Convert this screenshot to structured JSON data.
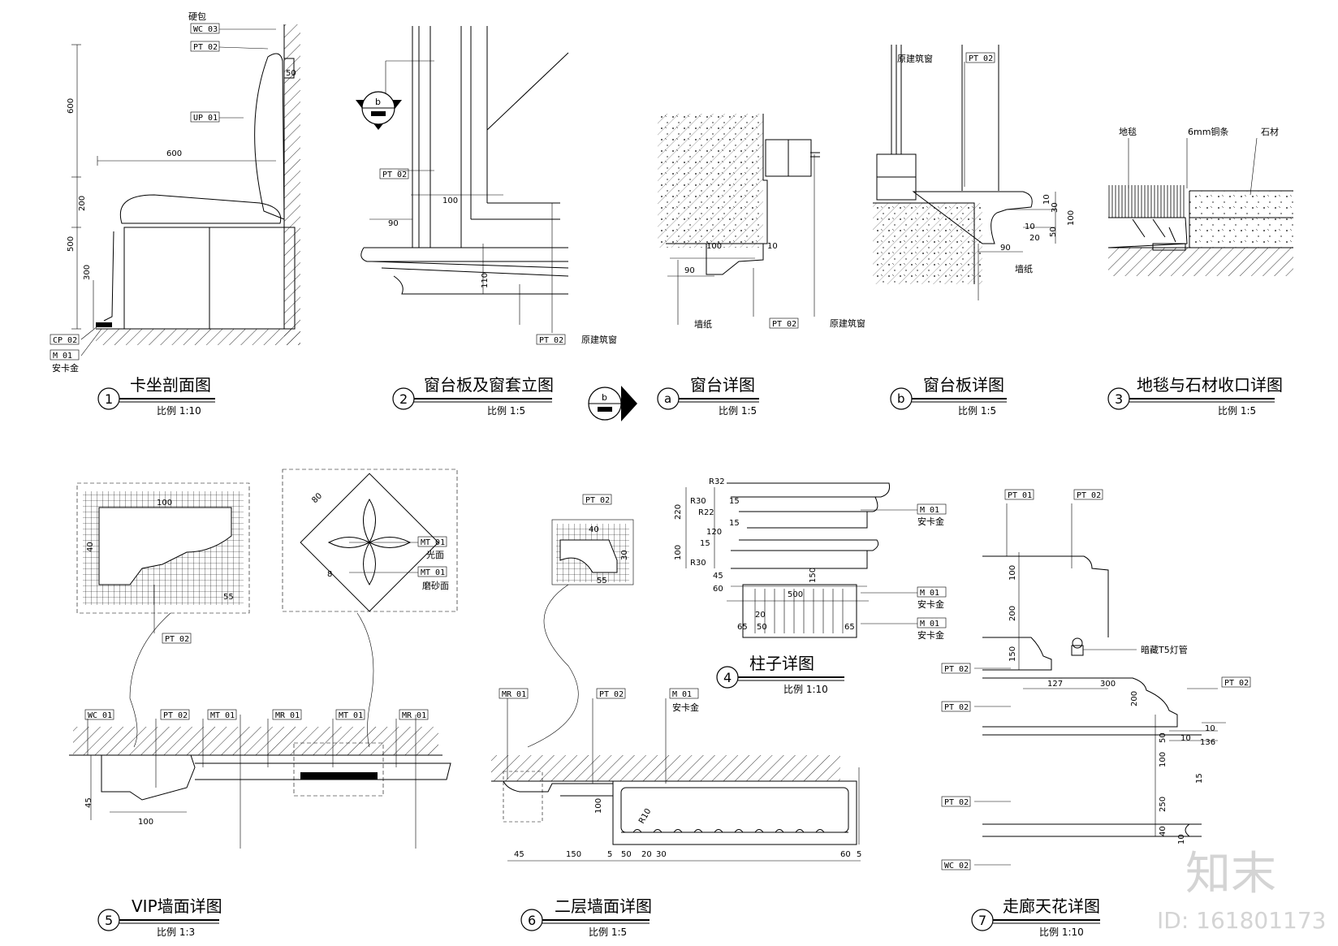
{
  "details": [
    {
      "id": "d1",
      "num": "1",
      "title": "卡坐剖面图",
      "scale": "比例 1:10"
    },
    {
      "id": "d2",
      "num": "2",
      "title": "窗台板及窗套立图",
      "scale": "比例 1:5"
    },
    {
      "id": "da",
      "num": "a",
      "title": "窗台详图",
      "scale": "比例 1:5"
    },
    {
      "id": "db",
      "num": "b",
      "title": "窗台板详图",
      "scale": "比例 1:5"
    },
    {
      "id": "d3",
      "num": "3",
      "title": "地毯与石材收口详图",
      "scale": "比例 1:5"
    },
    {
      "id": "d4",
      "num": "4",
      "title": "柱子详图",
      "scale": "比例 1:10"
    },
    {
      "id": "d5",
      "num": "5",
      "title": "VIP墙面详图",
      "scale": "比例 1:3"
    },
    {
      "id": "d6",
      "num": "6",
      "title": "二层墙面详图",
      "scale": "比例 1:5"
    },
    {
      "id": "d7",
      "num": "7",
      "title": "走廊天花详图",
      "scale": "比例 1:10"
    }
  ],
  "section_marker": {
    "label": "b"
  },
  "tags": {
    "wc03": "WC 03",
    "pt02": "PT 02",
    "up01": "UP 01",
    "cp02": "CP 02",
    "m01": "M 01",
    "pt01": "PT 01",
    "mt01": "MT 01",
    "mr01": "MR 01",
    "wc01": "WC 01",
    "wc02": "WC 02"
  },
  "notes": {
    "ruanbao": "硬包",
    "ankajin": "安卡金",
    "yuanjianzhuchuang": "原建筑窗",
    "qiangzhi": "墙纸",
    "ditan": "地毯",
    "tongtiao": "6mm铜条",
    "shicai": "石材",
    "guangmian": "光面",
    "moshamian": "磨砂面",
    "andeng": "暗藏T5灯管"
  },
  "dims": {
    "d1": [
      "600",
      "600",
      "200",
      "500",
      "300",
      "50"
    ],
    "d2": [
      "100",
      "90",
      "110"
    ],
    "da": [
      "100",
      "10",
      "90"
    ],
    "db": [
      "10",
      "30",
      "10",
      "20",
      "50",
      "90",
      "100"
    ],
    "d4": [
      "R32",
      "R30",
      "R22",
      "15",
      "15",
      "120",
      "15",
      "100",
      "220",
      "R30",
      "45",
      "60",
      "500",
      "150",
      "65",
      "20",
      "50",
      "65"
    ],
    "d5": [
      "100",
      "40",
      "55",
      "45",
      "100",
      "80",
      "8"
    ],
    "d6": [
      "40",
      "55",
      "30",
      "100",
      "R10",
      "45",
      "150",
      "5",
      "50",
      "20",
      "30",
      "60",
      "5"
    ],
    "d7": [
      "100",
      "200",
      "150",
      "127",
      "300",
      "200",
      "10",
      "50",
      "10",
      "136",
      "100",
      "15",
      "250",
      "40",
      "10"
    ]
  },
  "watermark": {
    "brand": "知末",
    "id": "ID: 161801173"
  }
}
